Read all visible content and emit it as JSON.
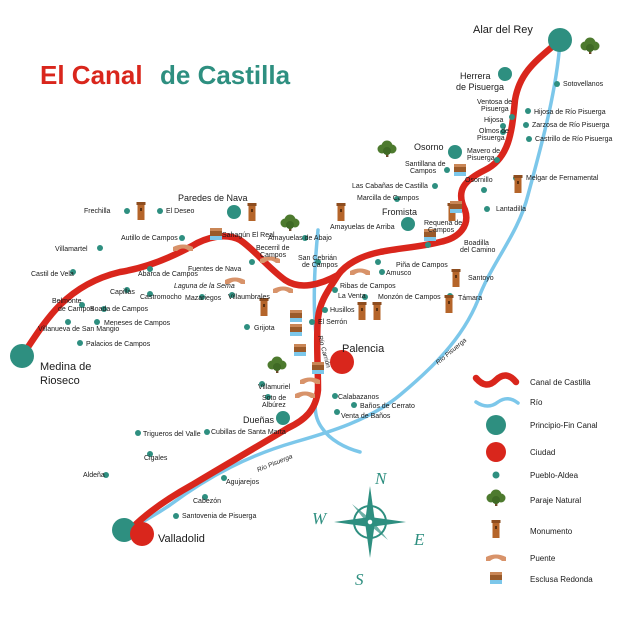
{
  "title": {
    "part1": "El Canal",
    "part2": "de Castilla"
  },
  "colors": {
    "canal": "#d9261c",
    "river": "#7cc7ea",
    "terminus": "#2e8f80",
    "city": "#d9261c",
    "village": "#2e8f80",
    "natural": "#4d7a2e",
    "monument": "#b5652a",
    "bridge": "#d8936a",
    "lock": "#9a5a2a"
  },
  "termini": {
    "alar": "Alar del Rey",
    "medina": "Medina de",
    "medina2": "Rioseco",
    "valladolid": "Valladolid"
  },
  "cities": {
    "palencia": "Palencia"
  },
  "major_towns": {
    "herrera1": "Herrera",
    "herrera2": "de Pisuerga",
    "osorno": "Osorno",
    "paredes": "Paredes de Nava",
    "fromista": "Fromista",
    "duenas": "Dueñas"
  },
  "villages": [
    "Sotovellanos",
    "Ventosa de",
    "Pisuerga",
    "Hijosa de Río Pisuerga",
    "Hijosa",
    "Zarzosa de Río Pisuerga",
    "Olmos de",
    "Pisuerga",
    "Castrillo de Río Pisuerga",
    "Mavero de",
    "Pisuerga",
    "Santillana de",
    "Campos",
    "Osornillo",
    "Melgar de Fernamental",
    "Las Cabañas de Castilla",
    "Marcilla de Campos",
    "Lantadilla",
    "Frechilla",
    "El Deseo",
    "Requena de",
    "Campos",
    "Amayuelas de Arriba",
    "Boadilla",
    "del Camino",
    "Autillo de Campos",
    "Sahagún El Real",
    "Amayuelas de Abajo",
    "Villamartel",
    "Becerril de",
    "Campos",
    "San Cebrián",
    "de Campos",
    "Piña de Campos",
    "Abarca de Campos",
    "Fuentes de Nava",
    "Castil de Vela",
    "Amusco",
    "Santoyo",
    "Capillas",
    "Castromocho",
    "Ribas de Campos",
    "Belmonte",
    "de Campos",
    "Boada de Campos",
    "Villaumbrales",
    "La Venta",
    "Monzón de Campos",
    "Támara",
    "Villanueva de San Mangio",
    "Mazariegos",
    "Husillos",
    "Meneses de Campos",
    "El Serrón",
    "Grijota",
    "Palacios de Campos",
    "Villamuriel",
    "Soto de",
    "Albúrez",
    "Calabazanos",
    "Baños de Cerrato",
    "Venta de Baños",
    "Trigueros del Valle",
    "Cubillas de Santa Marta",
    "Cigales",
    "Aldeña",
    "Agujarejos",
    "Cabezón",
    "Santovenia de Pisuerga"
  ],
  "natural_label": "Laguna de la Sema",
  "rivers": {
    "pisuerga_north": "Río Pisuerga",
    "carrion": "Río Carrión",
    "pisuerga_south": "Río Pisuerga"
  },
  "compass": {
    "n": "N",
    "s": "S",
    "e": "E",
    "w": "W"
  },
  "legend": {
    "canal": "Canal de Castilla",
    "river": "Río",
    "terminus": "Principio-Fin Canal",
    "city": "Ciudad",
    "village": "Pueblo-Aldea",
    "natural": "Paraje Natural",
    "monument": "Monumento",
    "bridge": "Puente",
    "lock": "Esclusa Redonda"
  }
}
